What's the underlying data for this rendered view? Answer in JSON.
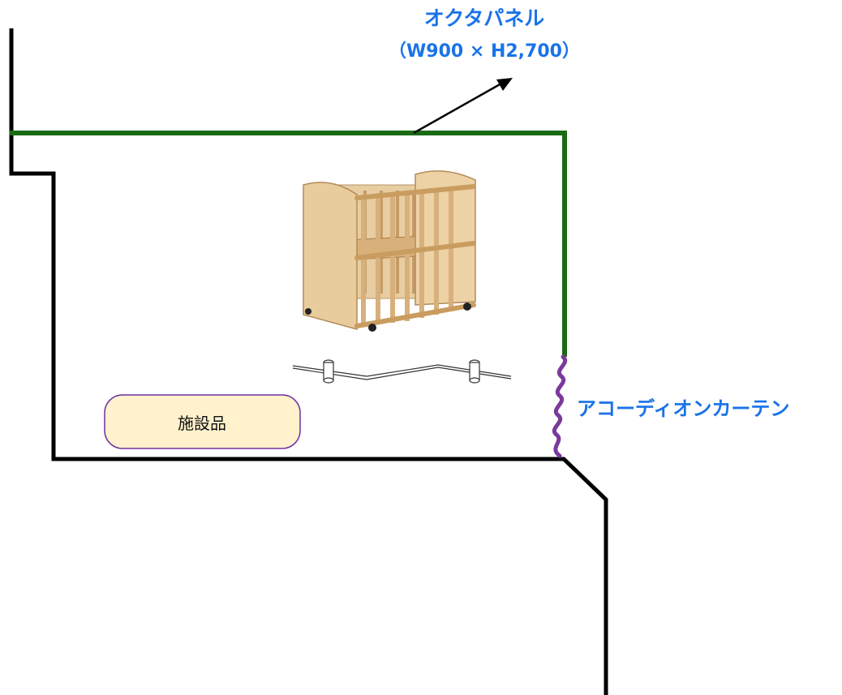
{
  "labels": {
    "panel_name": "オクタパネル",
    "panel_size": "（W900 × H2,700）",
    "curtain": "アコーディオンカーテン",
    "facility_item": "施設品"
  },
  "colors": {
    "wall": "#000000",
    "panel": "#1b6a14",
    "curtain": "#7a3a9c",
    "label": "#1a73e8",
    "badge_fill": "#fff2cc",
    "badge_border": "#7030a0",
    "crib_wood": "#e3c291"
  },
  "icons": {
    "crib": "baby-crib-illustration",
    "gate": "floor-stanchion-icon"
  }
}
